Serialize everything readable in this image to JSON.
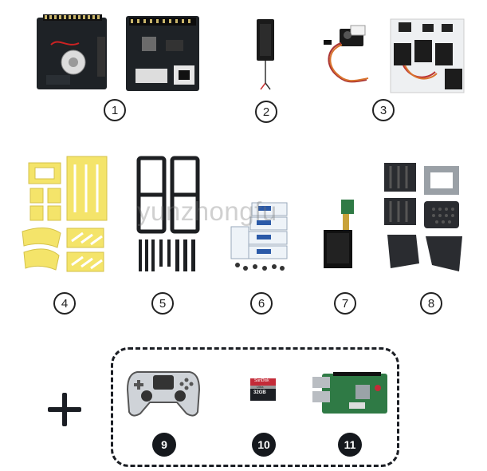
{
  "items": [
    {
      "number": "1"
    },
    {
      "number": "2"
    },
    {
      "number": "3"
    },
    {
      "number": "4"
    },
    {
      "number": "5"
    },
    {
      "number": "6"
    },
    {
      "number": "7"
    },
    {
      "number": "8"
    },
    {
      "number": "9"
    },
    {
      "number": "10"
    },
    {
      "number": "11"
    }
  ],
  "extras": {
    "plus_icon": "plus-icon"
  },
  "watermark": "yunzhongfu",
  "sd_card": {
    "brand": "SanDisk",
    "line": "Ultra",
    "capacity": "32GB"
  },
  "colors": {
    "dark": "#15181d",
    "yellow": "#f4e46a",
    "board_green": "#2f7a45",
    "pcb_black": "#1e2226"
  }
}
